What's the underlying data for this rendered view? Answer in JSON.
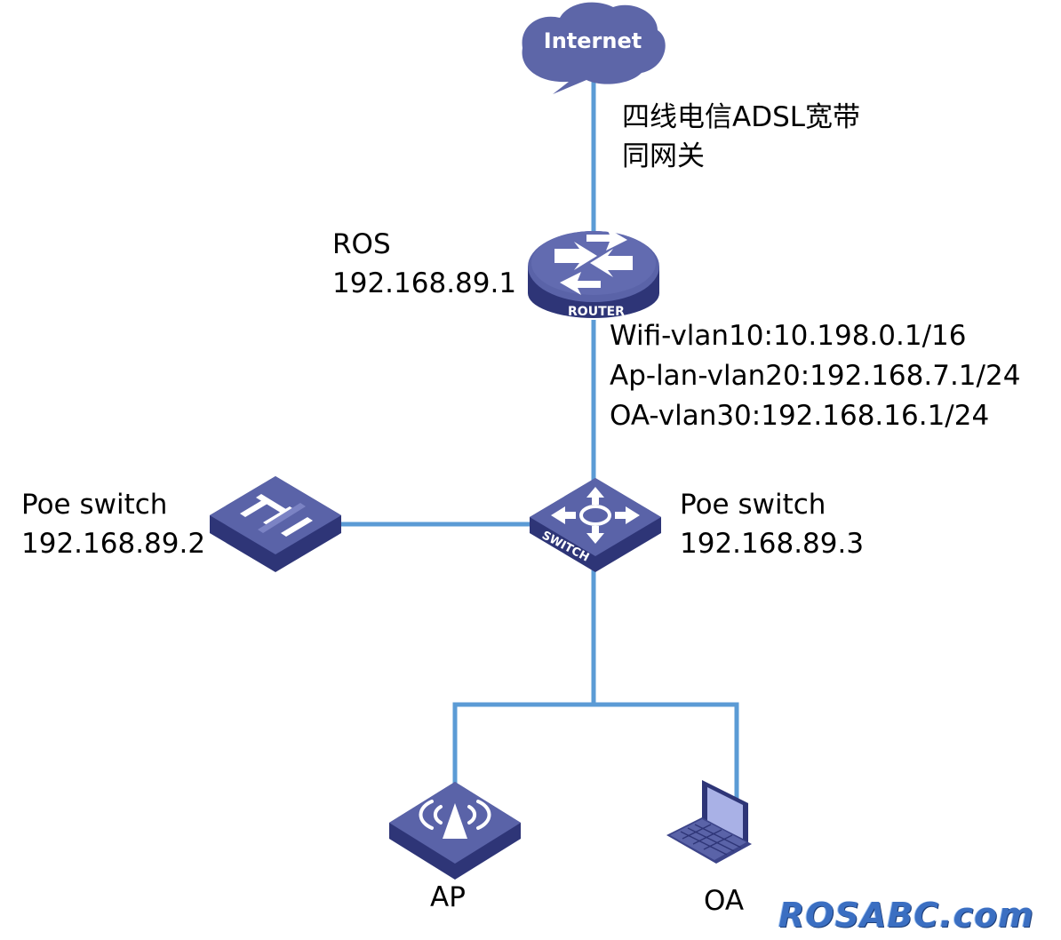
{
  "cloud": {
    "label": "Internet"
  },
  "links": {
    "uplink_line1": "四线电信ADSL宽带",
    "uplink_line2": "同网关"
  },
  "router": {
    "badge": "ROUTER",
    "name": "ROS",
    "ip": "192.168.89.1",
    "vlans": [
      "Wifi-vlan10:10.198.0.1/16",
      "Ap-lan-vlan20:192.168.7.1/24",
      "OA-vlan30:192.168.16.1/24"
    ]
  },
  "switch_left": {
    "name": "Poe switch",
    "ip": "192.168.89.2"
  },
  "switch_center": {
    "badge": "SWITCH",
    "name": "Poe switch",
    "ip": "192.168.89.3"
  },
  "ap": {
    "label": "AP"
  },
  "oa": {
    "label": "OA"
  },
  "watermark": "ROSABC.com",
  "colors": {
    "link": "#5b9bd5",
    "device_top": "#5a63a8",
    "device_side": "#2e3577",
    "cloud": "#5d66a8"
  }
}
